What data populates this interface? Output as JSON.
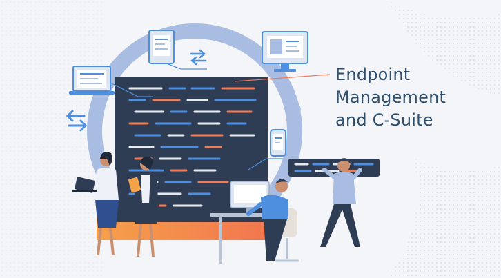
{
  "headline": {
    "line1": "Endpoint",
    "line2": "Management",
    "line3": "and C-Suite"
  },
  "colors": {
    "background": "#f4f5f8",
    "ring": "#a9bde2",
    "code_panel": "#2f3d54",
    "code_blue": "#4e8fe0",
    "code_orange": "#ef7d57",
    "code_white": "#e6ebf2",
    "accent_orange": "#f4a34a",
    "heading": "#2f4f6f"
  },
  "icons": [
    "monitor-icon",
    "tablet-icon",
    "laptop-icon",
    "phone-icon",
    "lightbulb-icon",
    "transfer-arrows-icon",
    "sync-arrows-icon"
  ]
}
